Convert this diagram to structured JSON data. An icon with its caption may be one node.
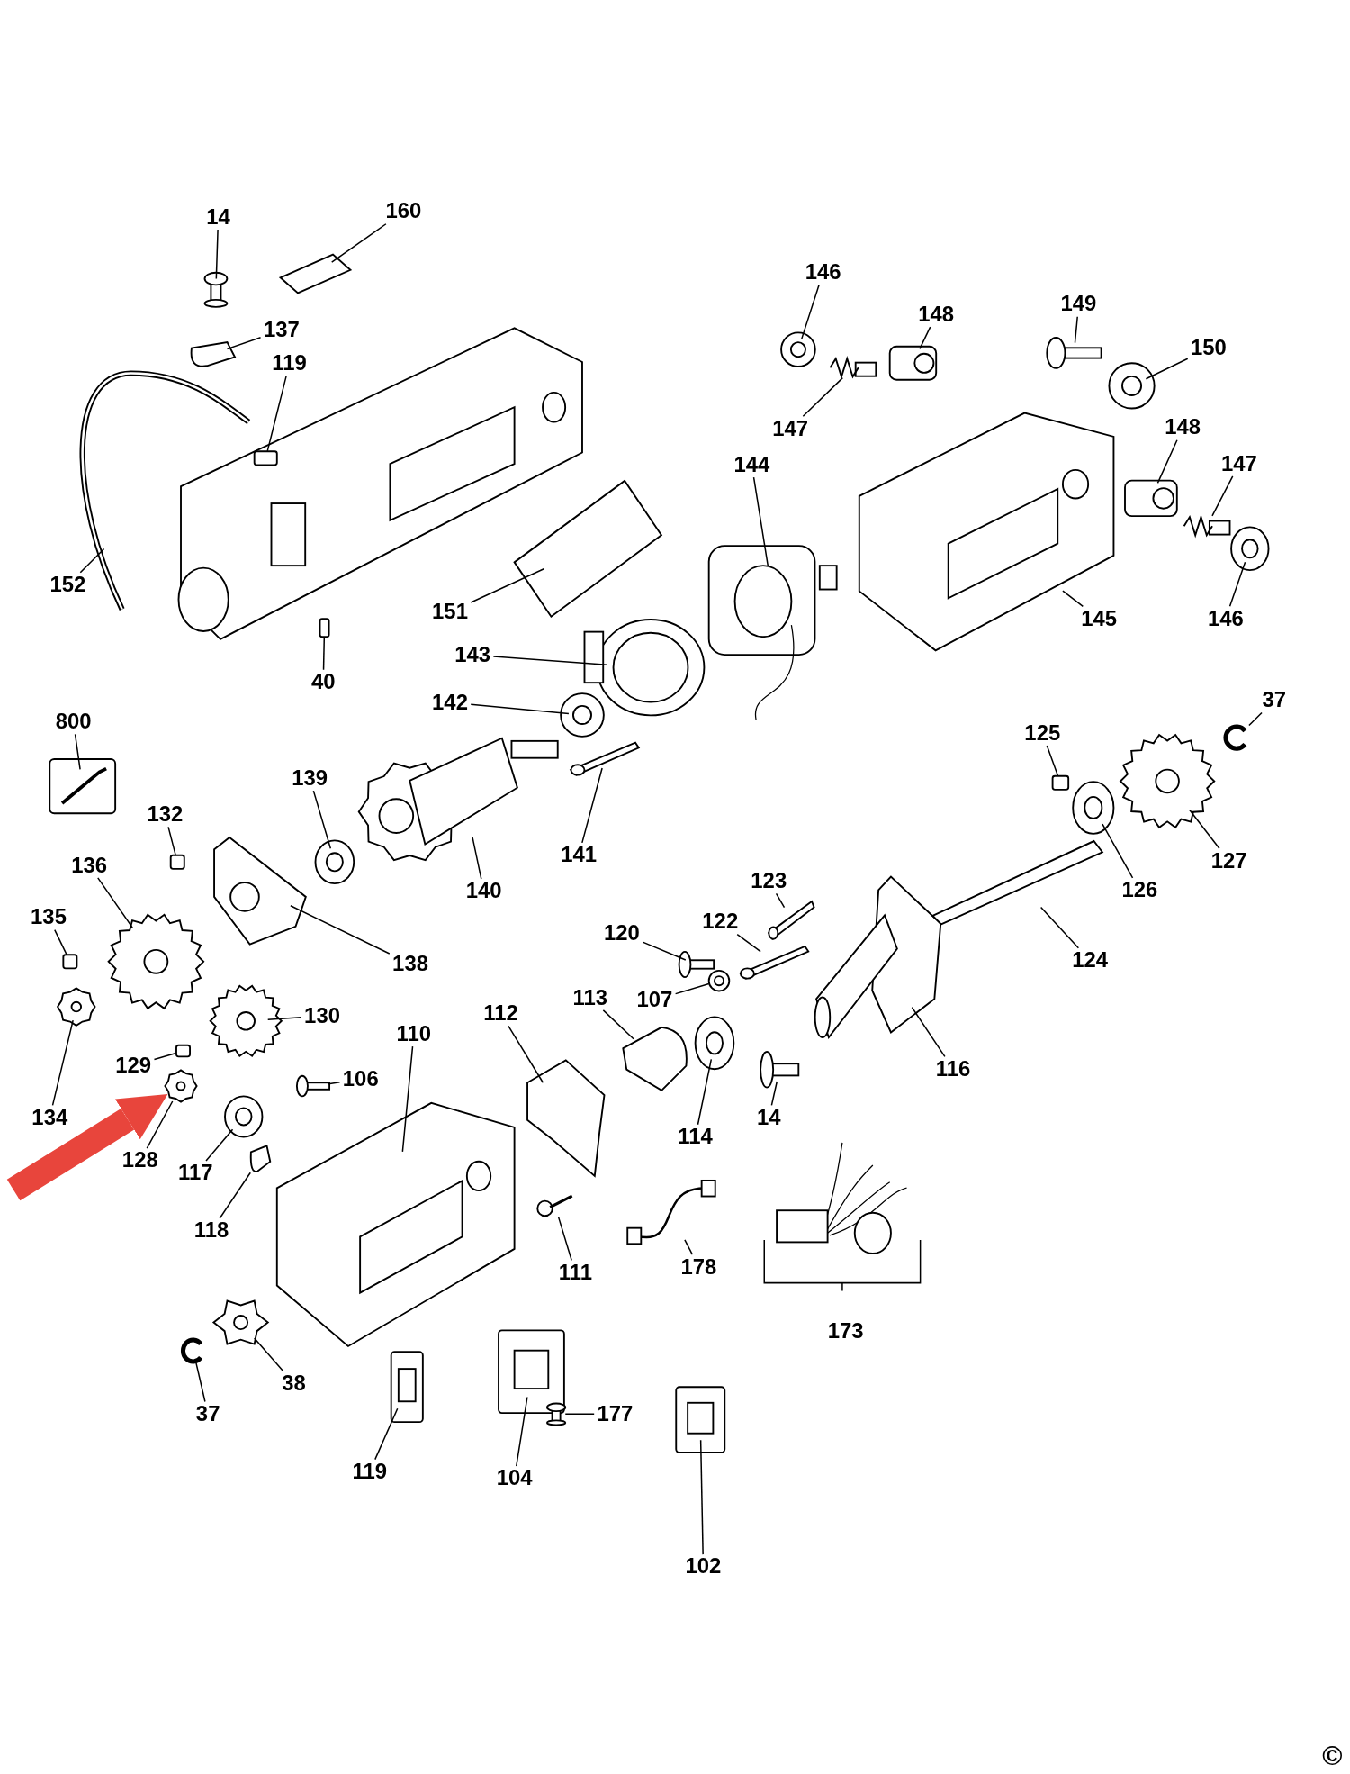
{
  "diagram": {
    "nodes": [
      {
        "text": [
          "14"
        ]
      },
      {
        "text": [
          "160"
        ]
      },
      {
        "text": [
          "137"
        ]
      },
      {
        "text": [
          "119"
        ]
      },
      {
        "text": [
          "152"
        ]
      },
      {
        "text": [
          "151"
        ]
      },
      {
        "text": [
          "40"
        ]
      },
      {
        "text": [
          "146"
        ]
      },
      {
        "text": [
          "148"
        ]
      },
      {
        "text": [
          "147"
        ]
      },
      {
        "text": [
          "149"
        ]
      },
      {
        "text": [
          "150"
        ]
      },
      {
        "text": [
          "144"
        ]
      },
      {
        "text": [
          "148"
        ]
      },
      {
        "text": [
          "147"
        ]
      },
      {
        "text": [
          "146"
        ]
      },
      {
        "text": [
          "145"
        ]
      },
      {
        "text": [
          "143"
        ]
      },
      {
        "text": [
          "142"
        ]
      },
      {
        "text": [
          "141"
        ]
      },
      {
        "text": [
          "140"
        ]
      },
      {
        "text": [
          "139"
        ]
      },
      {
        "text": [
          "132"
        ]
      },
      {
        "text": [
          "800"
        ]
      },
      {
        "text": [
          "136"
        ]
      },
      {
        "text": [
          "138"
        ]
      },
      {
        "text": [
          "135"
        ]
      },
      {
        "text": [
          "134"
        ]
      },
      {
        "text": [
          "130"
        ]
      },
      {
        "text": [
          "129"
        ]
      },
      {
        "text": [
          "128"
        ]
      },
      {
        "text": [
          "106"
        ]
      },
      {
        "text": [
          "117"
        ]
      },
      {
        "text": [
          "118"
        ]
      },
      {
        "text": [
          "110"
        ]
      },
      {
        "text": [
          "112"
        ]
      },
      {
        "text": [
          "113"
        ]
      },
      {
        "text": [
          "111"
        ]
      },
      {
        "text": [
          "120"
        ]
      },
      {
        "text": [
          "122"
        ]
      },
      {
        "text": [
          "123"
        ]
      },
      {
        "text": [
          "107"
        ]
      },
      {
        "text": [
          "114"
        ]
      },
      {
        "text": [
          "14"
        ]
      },
      {
        "text": [
          "116"
        ]
      },
      {
        "text": [
          "124"
        ]
      },
      {
        "text": [
          "125"
        ]
      },
      {
        "text": [
          "37"
        ]
      },
      {
        "text": [
          "127"
        ]
      },
      {
        "text": [
          "126"
        ]
      },
      {
        "text": [
          "178"
        ]
      },
      {
        "text": [
          "37"
        ]
      },
      {
        "text": [
          "38"
        ]
      },
      {
        "text": [
          "119"
        ]
      },
      {
        "text": [
          "104"
        ]
      },
      {
        "text": [
          "177"
        ]
      },
      {
        "text": [
          "102"
        ]
      },
      {
        "text": [],
        "shape": "picture"
      },
      {
        "text": [],
        "shape": "picture"
      },
      {
        "text": [],
        "shape": "picture"
      },
      {
        "text": [],
        "shape": "box"
      },
      {
        "text": [],
        "shape": "picture"
      },
      {
        "text": [],
        "shape": "picture"
      },
      {
        "text": [],
        "shape": "box"
      },
      {
        "text": [],
        "shape": "picture"
      },
      {
        "text": [],
        "shape": "picture"
      },
      {
        "text": [],
        "shape": "picture"
      },
      {
        "text": [],
        "shape": "picture"
      },
      {
        "text": [],
        "shape": "picture"
      },
      {
        "text": [],
        "shape": "picture"
      },
      {
        "text": [],
        "shape": "picture"
      },
      {
        "text": [],
        "shape": "picture"
      },
      {
        "text": [],
        "shape": "picture"
      },
      {
        "text": [],
        "shape": "picture"
      },
      {
        "text": [],
        "shape": "picture"
      },
      {
        "text": [],
        "shape": "picture"
      },
      {
        "text": [],
        "shape": "picture"
      },
      {
        "text": [],
        "shape": "picture"
      },
      {
        "text": [],
        "shape": "picture"
      },
      {
        "text": [],
        "shape": "box"
      },
      {
        "text": [],
        "shape": "box"
      },
      {
        "text": [],
        "shape": "picture"
      },
      {
        "text": [],
        "shape": "picture"
      },
      {
        "text": [],
        "shape": "box"
      },
      {
        "text": [],
        "shape": "picture"
      },
      {
        "text": [],
        "shape": "picture"
      },
      {
        "text": [],
        "shape": "box"
      },
      {
        "text": [],
        "shape": "picture"
      },
      {
        "text": [],
        "shape": "picture"
      },
      {
        "text": [],
        "shape": "picture"
      },
      {
        "text": [],
        "shape": "picture"
      },
      {
        "text": [],
        "shape": "picture"
      },
      {
        "text": [],
        "shape": "picture"
      },
      {
        "text": [],
        "shape": "picture"
      },
      {
        "text": [],
        "shape": "picture"
      },
      {
        "text": [],
        "shape": "picture"
      },
      {
        "text": [],
        "shape": "picture"
      },
      {
        "text": [],
        "shape": "picture"
      },
      {
        "text": [],
        "shape": "picture"
      },
      {
        "text": [],
        "shape": "picture"
      },
      {
        "text": [],
        "shape": "picture"
      },
      {
        "text": [],
        "shape": "picture"
      },
      {
        "text": [],
        "shape": "picture"
      },
      {
        "text": [],
        "shape": "box"
      },
      {
        "text": [],
        "shape": "picture"
      },
      {
        "text": [],
        "shape": "picture"
      },
      {
        "text": [],
        "shape": "picture"
      },
      {
        "text": [],
        "shape": "picture"
      },
      {
        "text": [],
        "shape": "picture"
      },
      {
        "text": [],
        "shape": "picture"
      },
      {
        "text": [],
        "shape": "picture"
      },
      {
        "text": [],
        "shape": "picture"
      },
      {
        "text": [],
        "shape": "picture"
      },
      {
        "text": [],
        "shape": "picture"
      }
    ],
    "edges": [
      {
        "from": 0,
        "to": 57,
        "arrow": "none"
      },
      {
        "from": 1,
        "to": 58,
        "arrow": "none"
      },
      {
        "from": 2,
        "to": 59,
        "arrow": "none"
      },
      {
        "from": 3,
        "to": 60,
        "arrow": "none"
      },
      {
        "from": 4,
        "to": 61,
        "arrow": "none"
      },
      {
        "from": 5,
        "to": 62,
        "arrow": "none"
      },
      {
        "from": 6,
        "to": 63,
        "arrow": "none"
      },
      {
        "from": 7,
        "to": 64,
        "arrow": "none"
      },
      {
        "from": 8,
        "to": 65,
        "arrow": "none"
      },
      {
        "from": 9,
        "to": 66,
        "arrow": "none"
      },
      {
        "from": 10,
        "to": 67,
        "arrow": "none"
      },
      {
        "from": 11,
        "to": 68,
        "arrow": "none"
      },
      {
        "from": 12,
        "to": 69,
        "arrow": "none"
      },
      {
        "from": 13,
        "to": 70,
        "arrow": "none"
      },
      {
        "from": 14,
        "to": 71,
        "arrow": "none"
      },
      {
        "from": 15,
        "to": 72,
        "arrow": "none"
      },
      {
        "from": 16,
        "to": 73,
        "arrow": "none"
      },
      {
        "from": 17,
        "to": 74,
        "arrow": "none"
      },
      {
        "from": 18,
        "to": 75,
        "arrow": "none"
      },
      {
        "from": 19,
        "to": 76,
        "arrow": "none"
      },
      {
        "from": 20,
        "to": 77,
        "arrow": "none"
      },
      {
        "from": 21,
        "to": 78,
        "arrow": "none"
      },
      {
        "from": 22,
        "to": 79,
        "arrow": "none"
      },
      {
        "from": 23,
        "to": 80,
        "arrow": "none"
      },
      {
        "from": 24,
        "to": 81,
        "arrow": "none"
      },
      {
        "from": 25,
        "to": 82,
        "arrow": "none"
      },
      {
        "from": 26,
        "to": 83,
        "arrow": "none"
      },
      {
        "from": 27,
        "to": 84,
        "arrow": "none"
      },
      {
        "from": 28,
        "to": 85,
        "arrow": "none"
      },
      {
        "from": 29,
        "to": 86,
        "arrow": "none"
      },
      {
        "from": 30,
        "to": 87,
        "arrow": "none"
      },
      {
        "from": 31,
        "to": 88,
        "arrow": "none"
      },
      {
        "from": 32,
        "to": 89,
        "arrow": "none"
      },
      {
        "from": 33,
        "to": 90,
        "arrow": "none"
      },
      {
        "from": 34,
        "to": 91,
        "arrow": "none"
      },
      {
        "from": 35,
        "to": 92,
        "arrow": "none"
      },
      {
        "from": 36,
        "to": 93,
        "arrow": "none"
      },
      {
        "from": 37,
        "to": 94,
        "arrow": "none"
      },
      {
        "from": 38,
        "to": 95,
        "arrow": "none"
      },
      {
        "from": 39,
        "to": 96,
        "arrow": "none"
      },
      {
        "from": 40,
        "to": 97,
        "arrow": "none"
      },
      {
        "from": 41,
        "to": 98,
        "arrow": "none"
      },
      {
        "from": 42,
        "to": 99,
        "arrow": "none"
      },
      {
        "from": 43,
        "to": 100,
        "arrow": "none"
      },
      {
        "from": 44,
        "to": 101,
        "arrow": "none"
      },
      {
        "from": 45,
        "to": 102,
        "arrow": "none"
      },
      {
        "from": 46,
        "to": 103,
        "arrow": "none"
      },
      {
        "from": 47,
        "to": 104,
        "arrow": "none"
      },
      {
        "from": 48,
        "to": 105,
        "arrow": "none"
      },
      {
        "from": 49,
        "to": 106,
        "arrow": "none"
      },
      {
        "from": 50,
        "to": 107,
        "arrow": "none"
      },
      {
        "from": 51,
        "to": 108,
        "arrow": "none"
      },
      {
        "from": 52,
        "to": 109,
        "arrow": "none"
      },
      {
        "from": 53,
        "to": 110,
        "arrow": "none"
      },
      {
        "from": 54,
        "to": 111,
        "arrow": "none"
      },
      {
        "from": 55,
        "to": 112,
        "arrow": "none"
      },
      {
        "from": 56,
        "to": 113,
        "arrow": "none"
      },
      {
        "from": null,
        "to": 87,
        "arrow": "to",
        "style": "thick",
        "color": "#e8453c"
      }
    ],
    "labels": [
      "173",
      "©"
    ]
  }
}
